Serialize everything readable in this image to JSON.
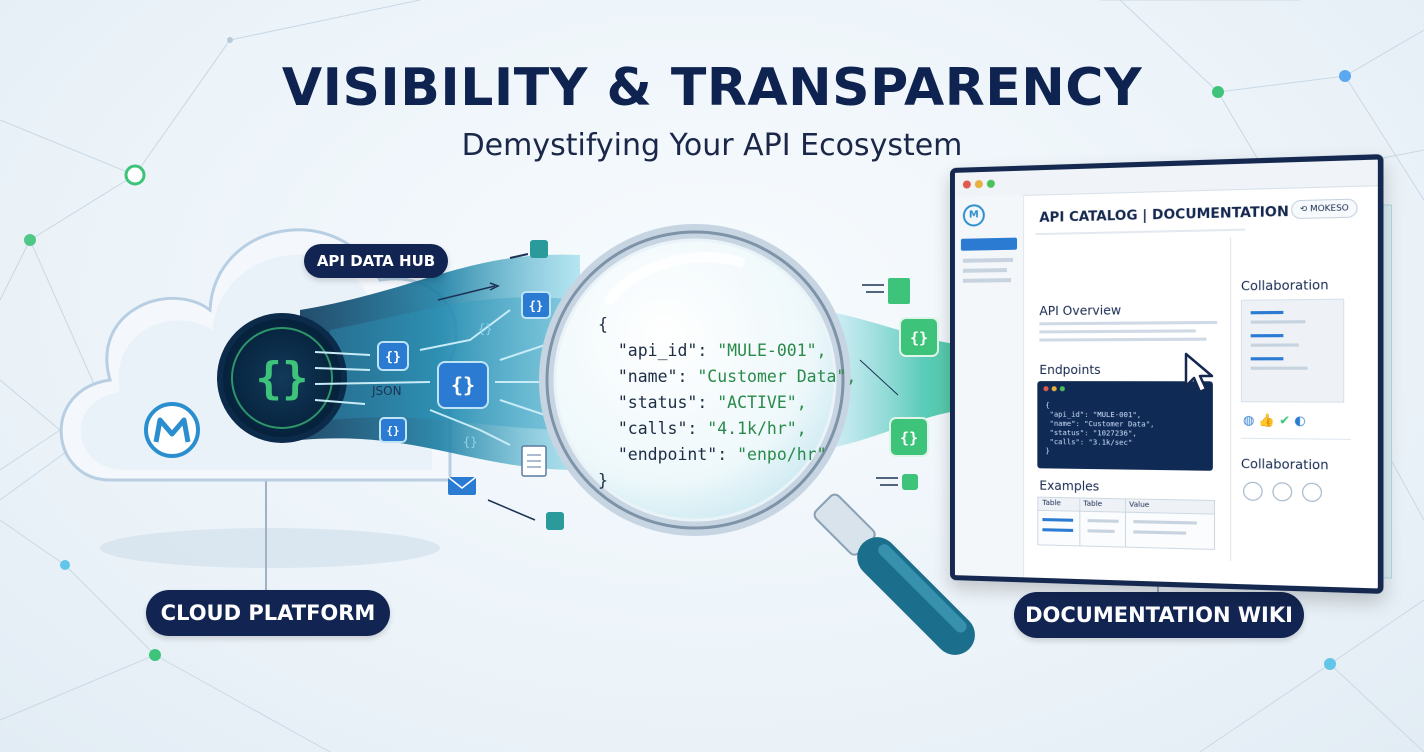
{
  "header": {
    "title": "VISIBILITY & TRANSPARENCY",
    "subtitle": "Demystifying Your API Ecosystem"
  },
  "labels": {
    "api_data_hub": "API DATA HUB",
    "cloud_platform": "CLOUD PLATFORM",
    "documentation_wiki": "DOCUMENTATION WIKI",
    "json": "JSON"
  },
  "magnifier_json": {
    "open": "{",
    "lines": [
      {
        "key": "\"api_id\": ",
        "value": "\"MULE-001\","
      },
      {
        "key": "\"name\": ",
        "value": "\"Customer Data\","
      },
      {
        "key": "\"status\": ",
        "value": "\"ACTIVE\","
      },
      {
        "key": "\"calls\": ",
        "value": "\"4.1k/hr\","
      },
      {
        "key": "\"endpoint\": ",
        "value": "\"enpo/hr\""
      }
    ],
    "close": "}"
  },
  "wiki": {
    "heading": "API CATALOG | DOCUMENTATION",
    "badge": "MOKESO",
    "api_overview": "API Overview",
    "endpoints": "Endpoints",
    "examples": "Examples",
    "collaboration_1": "Collaboration",
    "collaboration_2": "Collaboration",
    "table_headers": [
      "Table",
      "Table",
      "Value"
    ],
    "code_lines": [
      "{",
      "\"api_id\": \"MULE-001\",",
      "\"name\": \"Customer Data\",",
      "\"status\": \"1027236\",",
      "\"calls\": \"3.1k/sec\"",
      "}"
    ]
  },
  "colors": {
    "navy": "#122552",
    "teal": "#1d8a9a",
    "green": "#3ec47a",
    "blue": "#2b7bd3"
  }
}
